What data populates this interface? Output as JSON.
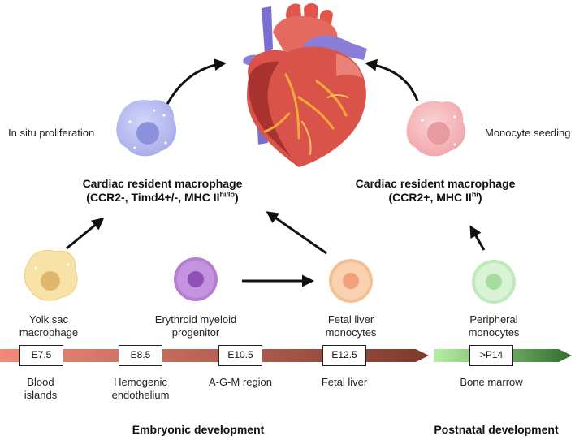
{
  "heart": {
    "icon": "heart-icon"
  },
  "left_block": {
    "label": "In situ proliferation",
    "title": "Cardiac resident macrophage",
    "subtitle_main": "(CCR2-, Timd4+/-, MHC II",
    "subtitle_sup": "hi/lo",
    "subtitle_end": ")"
  },
  "right_block": {
    "label": "Monocyte seeding",
    "title": "Cardiac resident macrophage",
    "subtitle_main": "(CCR2+, MHC II",
    "subtitle_sup": "hi",
    "subtitle_end": ")"
  },
  "cells": [
    {
      "line1": "Yolk sac",
      "line2": "macrophage"
    },
    {
      "line1": "Erythroid myeloid",
      "line2": "progenitor"
    },
    {
      "line1": "Fetal liver",
      "line2": "monocytes"
    },
    {
      "line1": "Peripheral",
      "line2": "monocytes"
    }
  ],
  "timeline": {
    "stages": [
      "E7.5",
      "E8.5",
      "E10.5",
      "E12.5",
      ">P14"
    ],
    "sites": [
      {
        "line1": "Blood",
        "line2": "islands"
      },
      {
        "line1": "Hemogenic",
        "line2": "endothelium"
      },
      {
        "line1": "A-G-M region",
        "line2": ""
      },
      {
        "line1": "Fetal liver",
        "line2": ""
      },
      {
        "line1": "Bone marrow",
        "line2": ""
      }
    ],
    "embryonic_label": "Embryonic development",
    "postnatal_label": "Postnatal development"
  },
  "colors": {
    "embryonic_bar_start": "#f08a7a",
    "embryonic_bar_end": "#7e3a2c",
    "postnatal_bar_start": "#8be07a",
    "postnatal_bar_end": "#2f6e2b",
    "resident_left": "#b9bdf2",
    "resident_right": "#f6b9bd",
    "yolk_sac": "#f7e3a8",
    "emp": "#b57fd6",
    "fetal_liver_mono": "#f8c9a3",
    "peripheral_mono": "#c9efc6"
  }
}
